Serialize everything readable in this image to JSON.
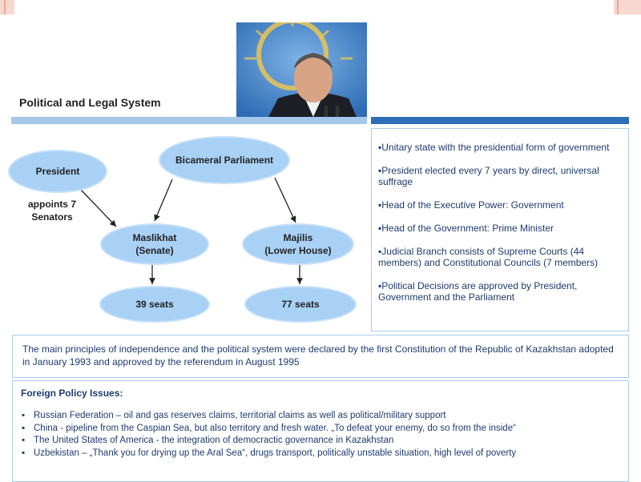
{
  "slide": {
    "title": "Political and Legal System"
  },
  "diagram": {
    "nodes": {
      "president": "President",
      "parliament": "Bicameral Parliament",
      "senate": [
        "Maslikhat",
        "(Senate)"
      ],
      "lower_house": [
        "Majilis",
        "(Lower House)"
      ],
      "senate_seats": "39 seats",
      "lower_seats": "77 seats"
    },
    "appoints_note": [
      "appoints 7",
      "Senators"
    ]
  },
  "facts": [
    "Unitary state with the presidential form of government",
    "President elected every 7 years by direct, universal suffrage",
    "Head of the Executive Power: Government",
    "Head of the Government: Prime Minister",
    "Judicial Branch consists of Supreme Courts (44 members) and Constitutional Councils (7 members)",
    "Political Decisions are approved by President, Government and the Parliament"
  ],
  "principles": "The main principles of independence and the political system were declared by the first Constitution of the Republic of Kazakhstan adopted in January 1993 and approved by the referendum in August 1995",
  "foreign_policy": {
    "title": "Foreign  Policy Issues:",
    "items": [
      "Russian Federation – oil and gas reserves claims, territorial claims as well as political/military support",
      "China  - pipeline from the Caspian Sea, but also territory and fresh water. „To defeat your enemy, do so from the inside“",
      "The United States of America  - the integration of democractic governance in Kazakhstan",
      "Uzbekistan – „Thank you for drying up the Aral Sea“, drugs transport, politically unstable situation, high level of poverty"
    ]
  },
  "colors": {
    "node_fill": "#a9d1f5",
    "band": "#a3c8ea",
    "text_blue": "#1f3a6e",
    "corner_accent": "#f4c9bd"
  }
}
